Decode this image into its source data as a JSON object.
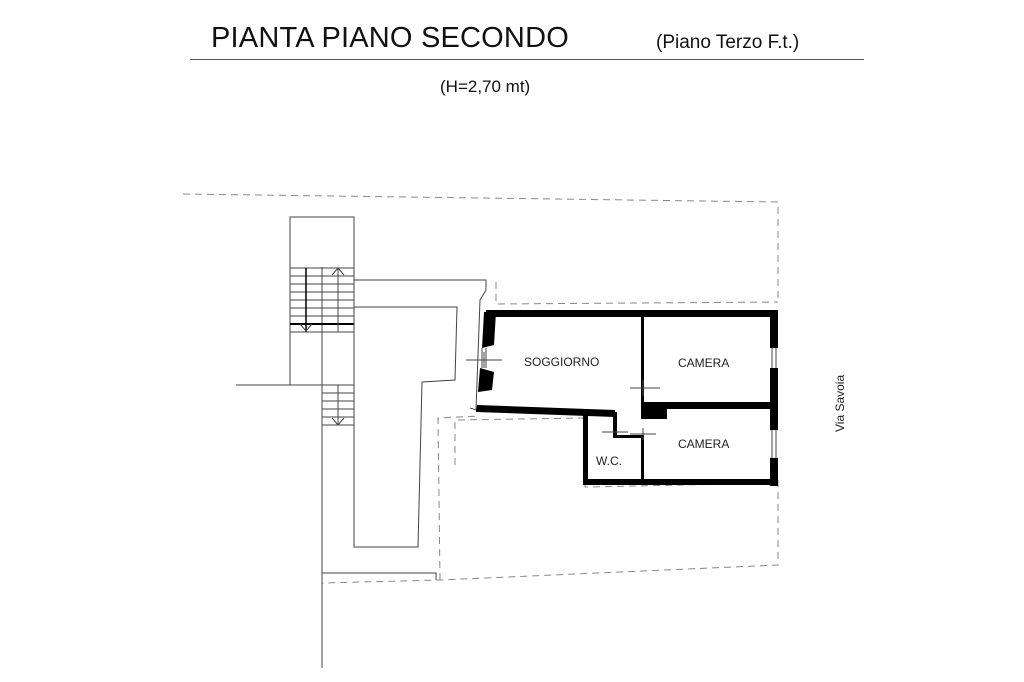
{
  "header": {
    "title": "PIANTA PIANO SECONDO",
    "subtitle": "(Piano Terzo F.t.)",
    "height_note": "(H=2,70 mt)"
  },
  "plan": {
    "rooms": [
      {
        "id": "soggiorno",
        "label": "SOGGIORNO"
      },
      {
        "id": "camera-1",
        "label": "CAMERA"
      },
      {
        "id": "camera-2",
        "label": "CAMERA"
      },
      {
        "id": "wc",
        "label": "W.C."
      }
    ],
    "street": "Via Savoia"
  },
  "colors": {
    "wall": "#000000",
    "line": "#444444",
    "dashed": "#777777",
    "background": "#ffffff"
  }
}
